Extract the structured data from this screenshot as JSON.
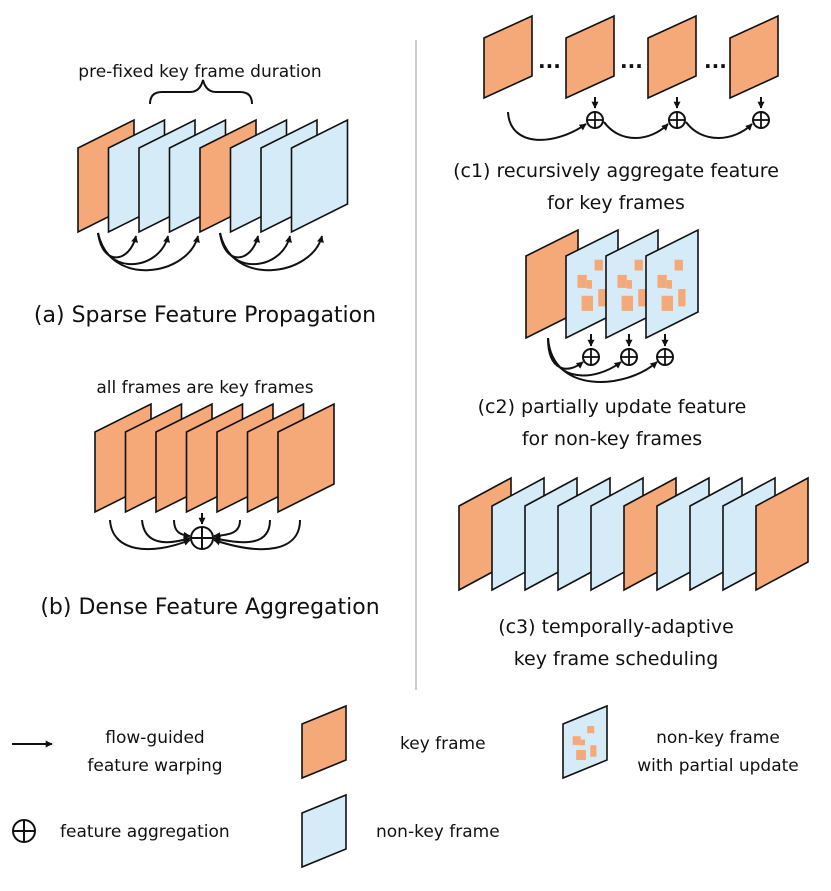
{
  "colors": {
    "key_fill": "#F5A878",
    "nonkey_fill": "#D6EBF8",
    "stroke": "#111111",
    "divider": "#BBBBBB"
  },
  "panel_a": {
    "annotation": "pre-fixed key frame duration",
    "caption": "(a) Sparse Feature Propagation",
    "frame_types": [
      "key",
      "non-key",
      "non-key",
      "non-key",
      "key",
      "non-key",
      "non-key",
      "non-key"
    ]
  },
  "panel_b": {
    "annotation": "all frames are key frames",
    "caption": "(b) Dense Feature Aggregation",
    "frame_types": [
      "key",
      "key",
      "key",
      "key",
      "key",
      "key",
      "key"
    ]
  },
  "panel_c1": {
    "caption_line1": "(c1) recursively aggregate feature",
    "caption_line2": "for key frames",
    "ellipsis": "...",
    "frame_types": [
      "key",
      "key",
      "key",
      "key"
    ]
  },
  "panel_c2": {
    "caption_line1": "(c2) partially update feature",
    "caption_line2": "for non-key frames",
    "frame_types": [
      "key",
      "non-key-partial",
      "non-key-partial",
      "non-key-partial"
    ]
  },
  "panel_c3": {
    "caption_line1": "(c3) temporally-adaptive",
    "caption_line2": "key frame scheduling",
    "frame_types": [
      "key",
      "non-key",
      "non-key",
      "non-key",
      "non-key",
      "key",
      "non-key",
      "non-key",
      "non-key",
      "key"
    ]
  },
  "legend": {
    "warp_label_line1": "flow-guided",
    "warp_label_line2": "feature warping",
    "aggregation_label": "feature aggregation",
    "key_label": "key frame",
    "nonkey_label": "non-key frame",
    "partial_label_line1": "non-key frame",
    "partial_label_line2": "with partial update",
    "icons": [
      "arrow-icon",
      "circled-plus-icon",
      "key-frame-icon",
      "non-key-frame-icon",
      "partial-update-frame-icon"
    ]
  }
}
